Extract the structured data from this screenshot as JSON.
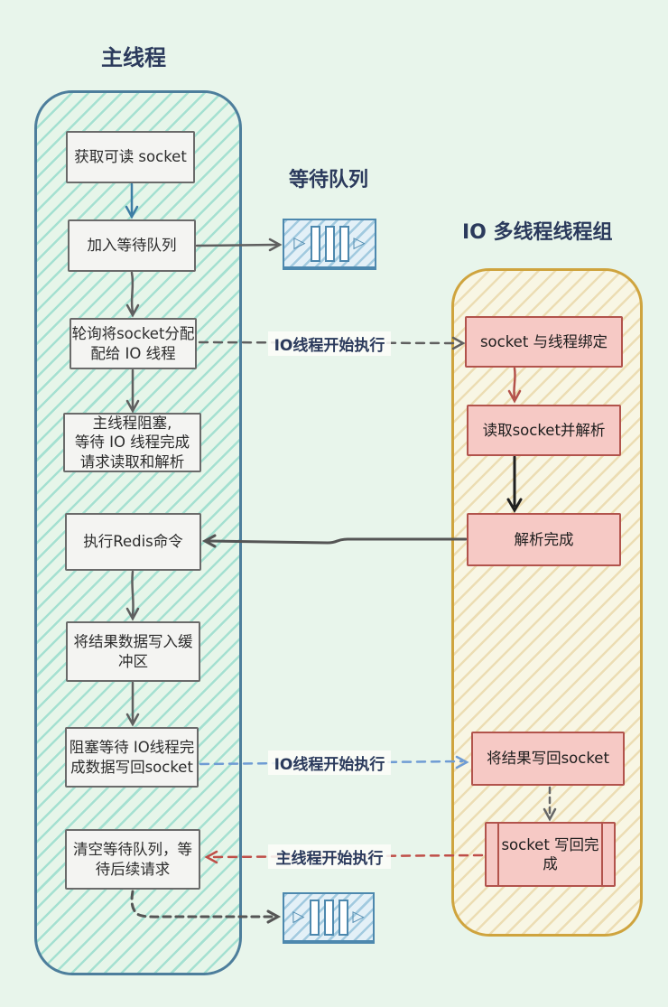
{
  "titles": {
    "main_thread": "主线程",
    "wait_queue": "等待队列",
    "io_group": "IO 多线程线程组"
  },
  "main_thread": {
    "boxes": [
      {
        "label": "获取可读 socket"
      },
      {
        "label": "加入等待队列"
      },
      {
        "label": "轮询将socket分配\n配给 IO 线程"
      },
      {
        "label": "主线程阻塞,\n等待 IO 线程完成\n请求读取和解析"
      },
      {
        "label": "执行Redis命令"
      },
      {
        "label": "将结果数据写入缓\n冲区"
      },
      {
        "label": "阻塞等待 IO线程完\n成数据写回socket"
      },
      {
        "label": "清空等待队列，等\n待后续请求"
      }
    ]
  },
  "io_group": {
    "boxes": [
      {
        "label": "socket 与线程绑定"
      },
      {
        "label": "读取socket并解析"
      },
      {
        "label": "解析完成"
      },
      {
        "label": "将结果写回socket"
      },
      {
        "label": "socket 写回完\n成"
      }
    ]
  },
  "arrow_labels": [
    {
      "label": "IO线程开始执行"
    },
    {
      "label": "IO线程开始执行"
    },
    {
      "label": "主线程开始执行"
    }
  ],
  "colors": {
    "page_bg": "#e8f5eb",
    "navy_text": "#2b3a5c",
    "main_container_border": "#4d7e9c",
    "teal_hatch": "#79d3c1",
    "yellow_container_border": "#cfa43e",
    "red_box_fill": "#f6c9c5",
    "red_box_border": "#b2534c",
    "gray_box_fill": "#f4f4f2",
    "gray_box_border": "#6a6a6a",
    "queue_blue": "#4d88ae",
    "arrow_gray": "#5f5f5f",
    "arrow_teal": "#3c7da4",
    "arrow_blue_dashed": "#6f9cd4",
    "arrow_red": "#bf4e48",
    "arrow_black": "#1e1e1e"
  }
}
